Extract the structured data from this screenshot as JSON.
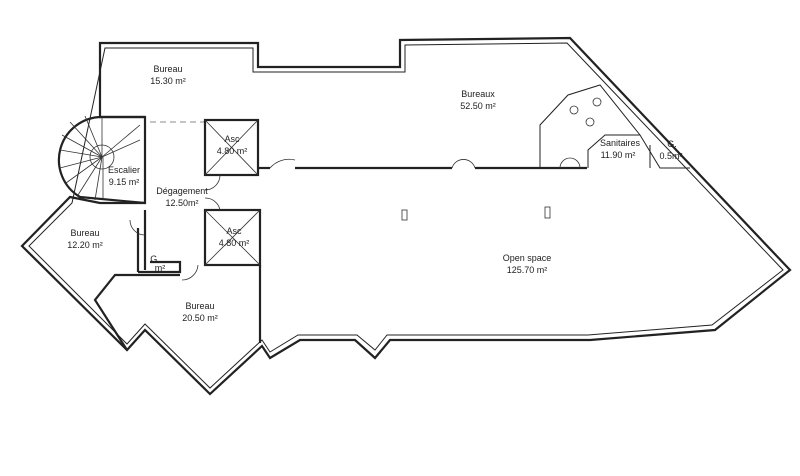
{
  "rooms": [
    {
      "name": "Bureau",
      "area": "15.30 m²"
    },
    {
      "name": "Bureaux",
      "area": "52.50 m²"
    },
    {
      "name": "Asc",
      "area": "4.80 m²"
    },
    {
      "name": "Escalier",
      "area": "9.15 m²"
    },
    {
      "name": "Dégagement",
      "area": "12.50m²"
    },
    {
      "name": "Bureau",
      "area": "12.20 m²"
    },
    {
      "name": "Asc",
      "area": "4.80 m²"
    },
    {
      "name": "G.",
      "area": "m²"
    },
    {
      "name": "Bureau",
      "area": "20.50 m²"
    },
    {
      "name": "Open space",
      "area": "125.70 m²"
    },
    {
      "name": "Sanitaires",
      "area": "11.90 m²"
    },
    {
      "name": "G.",
      "area": "0.5m²"
    }
  ]
}
